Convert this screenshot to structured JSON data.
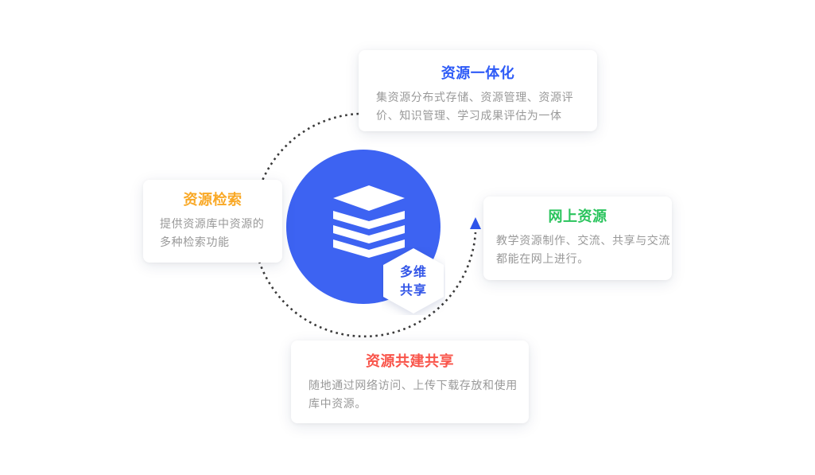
{
  "canvas": {
    "background": "#ffffff"
  },
  "ring": {
    "style": "dotted-circle",
    "color": "#3a3a3a",
    "arrow_color": "#2F55EC",
    "arrow_direction": "up"
  },
  "center": {
    "circle_color": "#3D63F2",
    "icon": "layers-stack-icon",
    "icon_color": "#ffffff",
    "badge": {
      "shape": "hexagon",
      "background": "#ffffff",
      "text_color": "#3356E8",
      "line1": "多维",
      "line2": "共享"
    }
  },
  "body_text_color": "#999999",
  "cards": {
    "top": {
      "title": "资源一体化",
      "title_color": "#2E5BF7",
      "lines": [
        "集资源分布式存储、资源管理、资源评",
        "价、知识管理、学习成果评估为一体"
      ]
    },
    "left": {
      "title": "资源检索",
      "title_color": "#F9A825",
      "lines": [
        "提供资源库中资源的",
        "多种检索功能"
      ]
    },
    "right": {
      "title": "网上资源",
      "title_color": "#2BC45D",
      "lines": [
        "教学资源制作、交流、共享与交流",
        "都能在网上进行。"
      ]
    },
    "bottom": {
      "title": "资源共建共享",
      "title_color": "#F9544A",
      "lines": [
        "随地通过网络访问、上传下载存放和使用",
        "库中资源。"
      ]
    }
  }
}
